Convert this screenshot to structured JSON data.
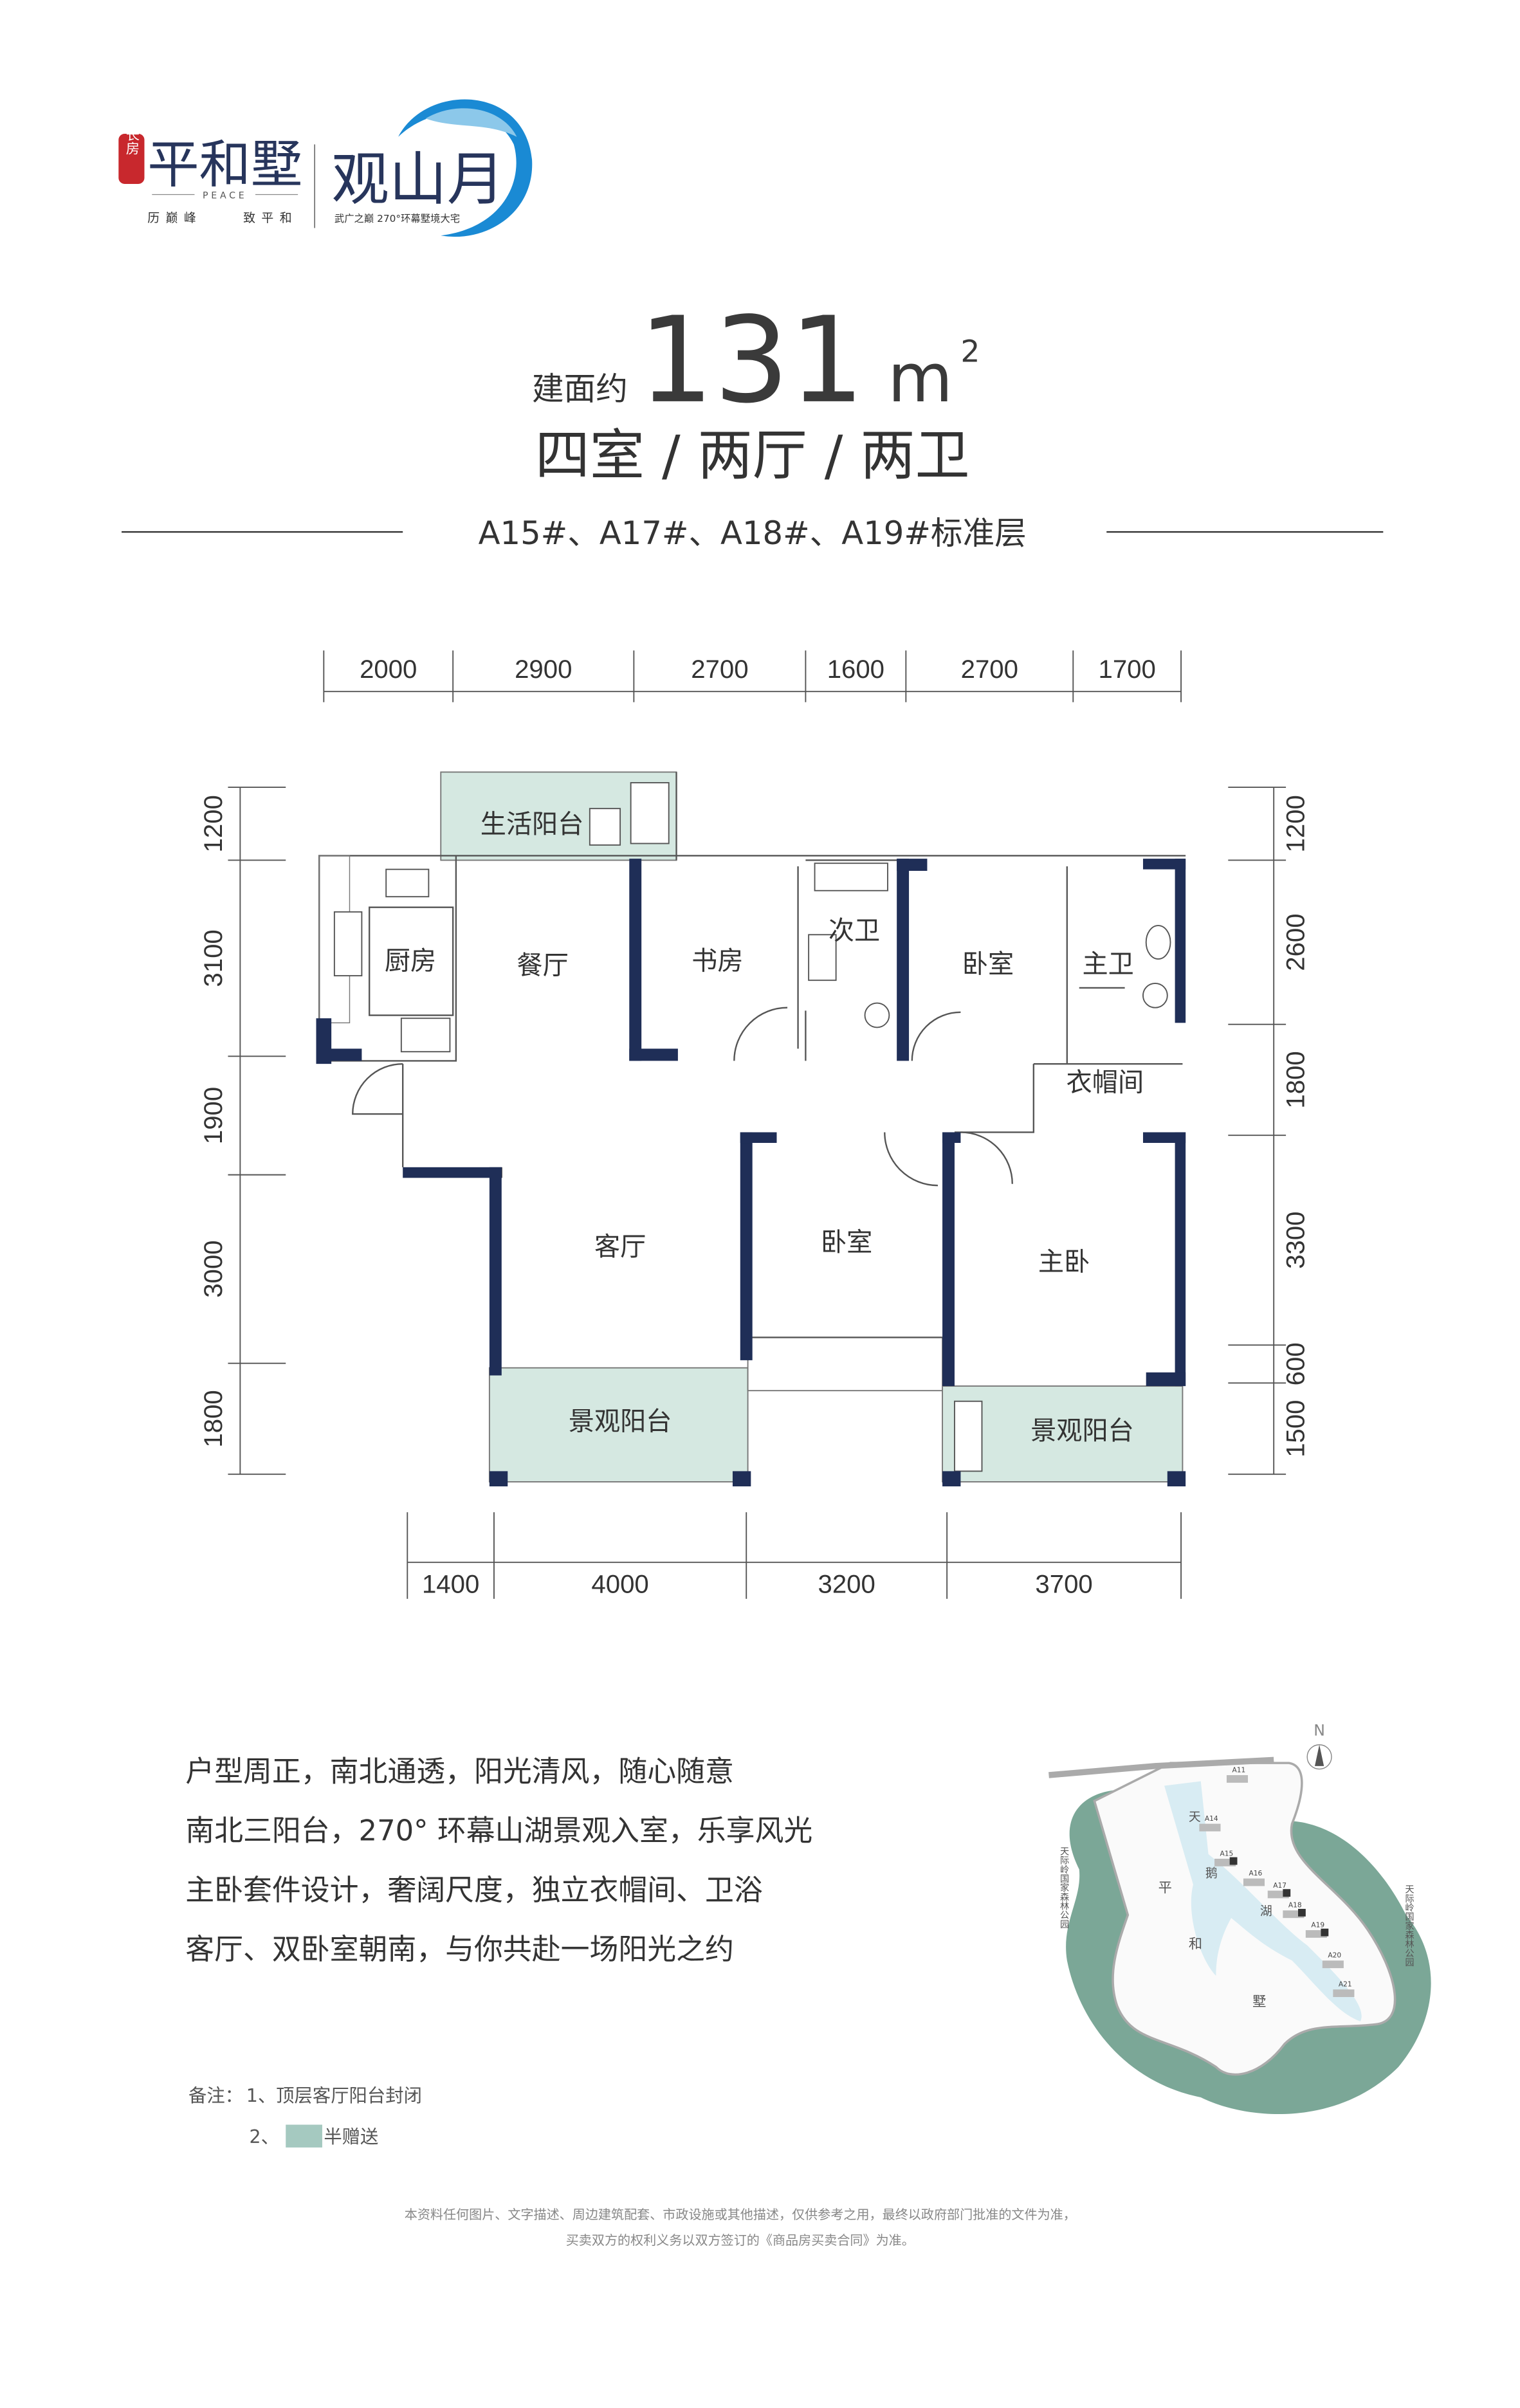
{
  "logo": {
    "seal": "长房",
    "brand": "平和墅",
    "brand_en": "PEACE",
    "slogan_left": "历巅峰",
    "slogan_right": "致平和",
    "project": "观山月",
    "tagline": "武广之巅 270°环幕墅境大宅"
  },
  "header": {
    "area_prefix": "建面约",
    "area_value": "131",
    "area_unit": "m",
    "area_unit_sup": "2",
    "layout": "四室 / 两厅 / 两卫",
    "buildings": "A15#、A17#、A18#、A19#标准层"
  },
  "floorplan": {
    "dims_top": [
      "2000",
      "2900",
      "2700",
      "1600",
      "2700",
      "1700"
    ],
    "dims_bottom": [
      "1400",
      "4000",
      "3200",
      "3700"
    ],
    "dims_left": [
      "1200",
      "3100",
      "1900",
      "3000",
      "1800"
    ],
    "dims_right": [
      "1200",
      "2600",
      "1800",
      "3300",
      "600",
      "1500"
    ],
    "rooms": [
      "生活阳台",
      "厨房",
      "餐厅",
      "书房",
      "次卫",
      "卧室",
      "主卫",
      "衣帽间",
      "客厅",
      "卧室",
      "主卧",
      "景观阳台",
      "景观阳台"
    ],
    "balcony_color": "#d5e8e1",
    "wall_color": "#1f2e57"
  },
  "features": [
    "户型周正，南北通透，阳光清风，随心随意",
    "南北三阳台，270° 环幕山湖景观入室，乐享风光",
    "主卧套件设计，奢阔尺度，独立衣帽间、卫浴",
    "客厅、双卧室朝南，与你共赴一场阳光之约"
  ],
  "notes": {
    "label": "备注：",
    "item1": "1、顶层客厅阳台封闭",
    "item2_prefix": "2、",
    "item2": "半赠送",
    "swatch_color": "#a5c9c0"
  },
  "map": {
    "north": "N",
    "lake": [
      "天",
      "鹅",
      "湖"
    ],
    "estate": [
      "平",
      "和",
      "墅"
    ],
    "park": "天际岭国家森林公园",
    "buildings": [
      "A11",
      "A14",
      "A15",
      "A16",
      "A17",
      "A18",
      "A19",
      "A20",
      "A21"
    ]
  },
  "disclaimer": {
    "line1": "本资料任何图片、文字描述、周边建筑配套、市政设施或其他描述，仅供参考之用，最终以政府部门批准的文件为准，",
    "line2": "买卖双方的权利义务以双方签订的《商品房买卖合同》为准。"
  }
}
